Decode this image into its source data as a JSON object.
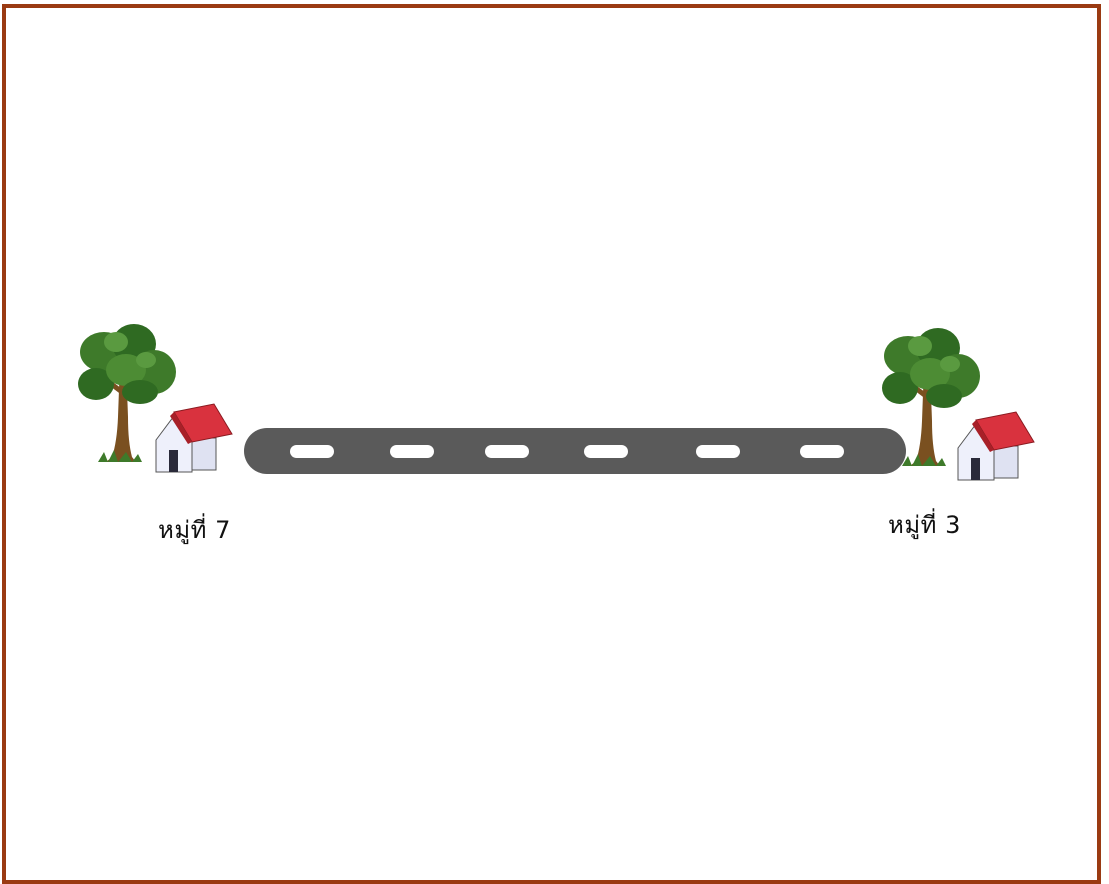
{
  "diagram": {
    "left_village": {
      "label": "หมู่ที่ 7"
    },
    "right_village": {
      "label": "หมู่ที่ 3"
    },
    "road": {
      "color": "#5a5a5a",
      "dash_color": "#ffffff",
      "dash_count": 6
    },
    "colors": {
      "border": "#9a3a12",
      "roof": "#d9323e",
      "house_wall": "#eef0fb",
      "tree_foliage": "#3e7a2a",
      "tree_trunk": "#7a5020"
    }
  }
}
